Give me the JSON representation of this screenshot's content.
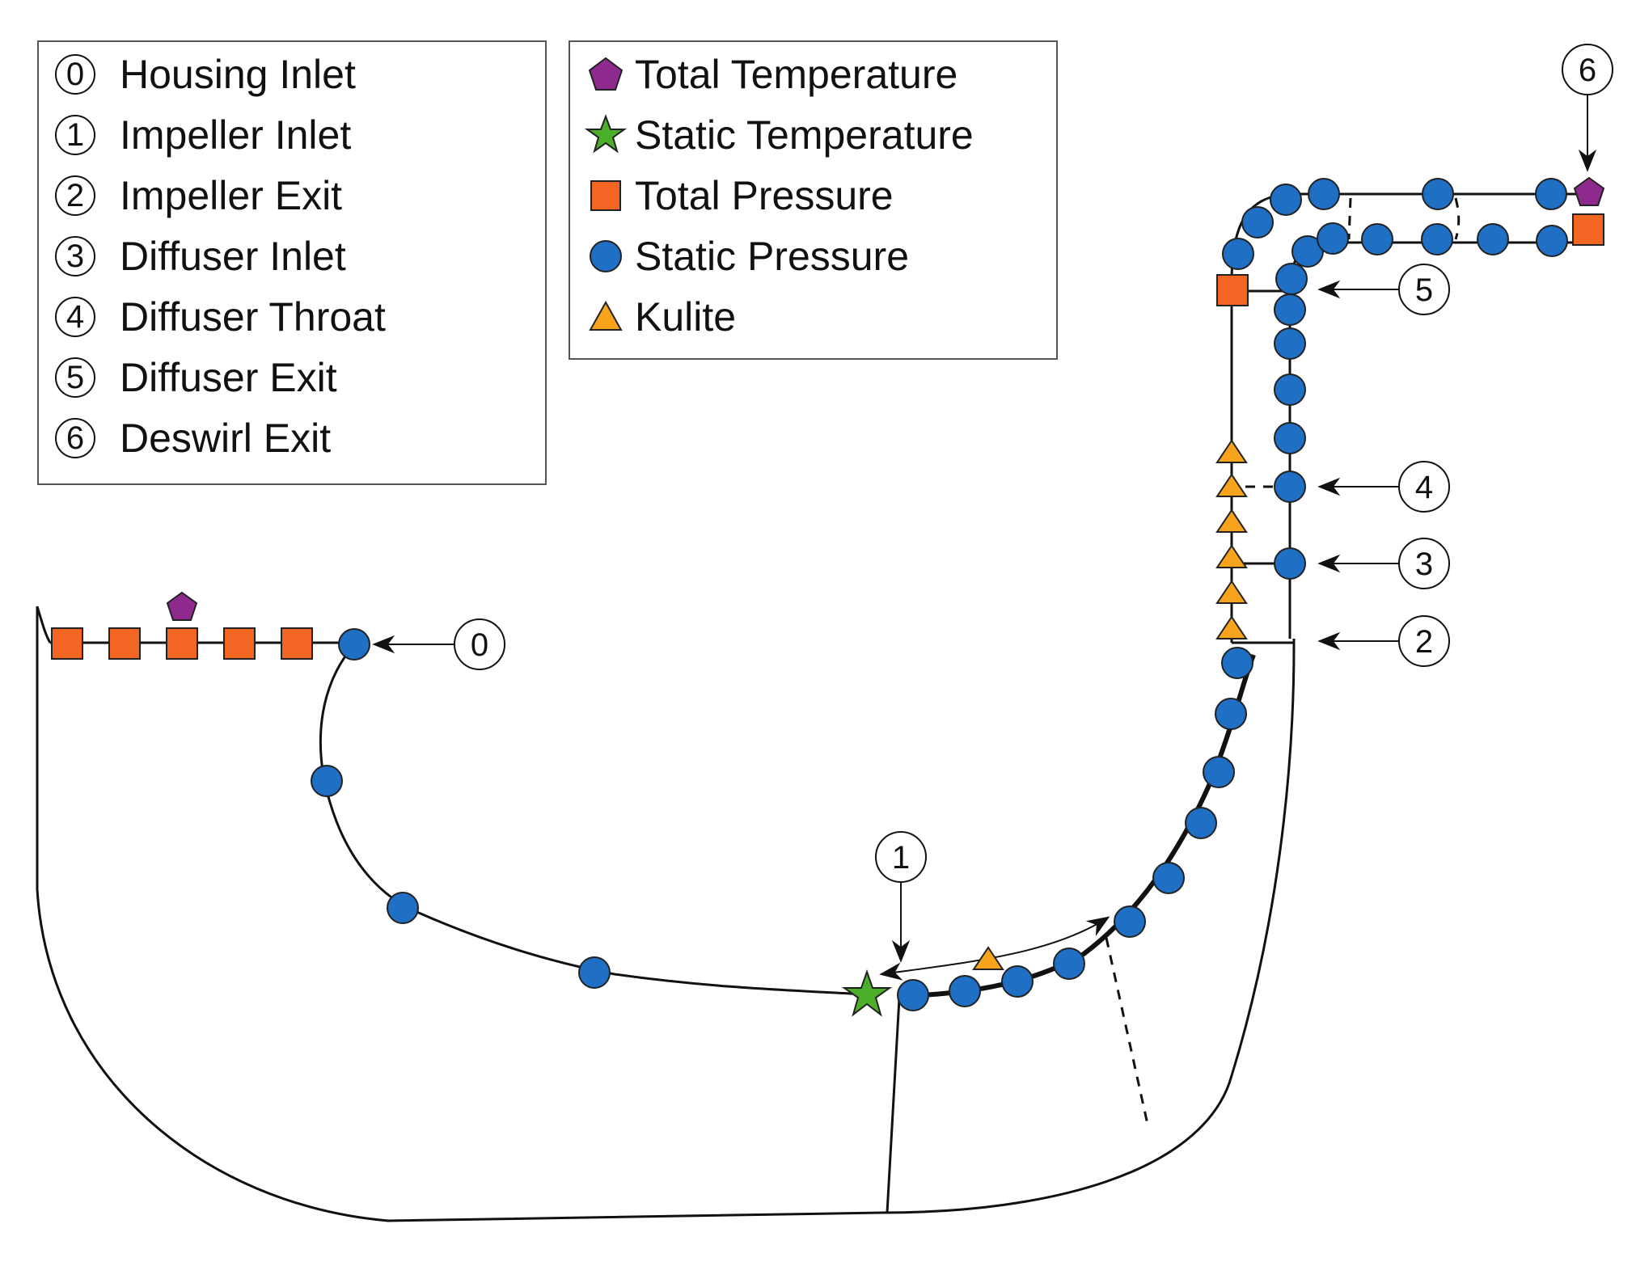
{
  "legend_stations": [
    {
      "num": "0",
      "label": "Housing Inlet"
    },
    {
      "num": "1",
      "label": "Impeller Inlet"
    },
    {
      "num": "2",
      "label": "Impeller Exit"
    },
    {
      "num": "3",
      "label": "Diffuser Inlet"
    },
    {
      "num": "4",
      "label": "Diffuser Throat"
    },
    {
      "num": "5",
      "label": "Diffuser Exit"
    },
    {
      "num": "6",
      "label": "Deswirl Exit"
    }
  ],
  "legend_symbols": [
    {
      "shape": "pentagon",
      "label": "Total Temperature",
      "color": "#8e2a8e"
    },
    {
      "shape": "star",
      "label": "Static Temperature",
      "color": "#4caf2a"
    },
    {
      "shape": "square",
      "label": "Total Pressure",
      "color": "#f26522"
    },
    {
      "shape": "circle",
      "label": "Static Pressure",
      "color": "#1f6fc4"
    },
    {
      "shape": "triangle",
      "label": "Kulite",
      "color": "#f7a31c"
    }
  ],
  "callouts": {
    "c0": "0",
    "c1": "1",
    "c2": "2",
    "c3": "3",
    "c4": "4",
    "c5": "5",
    "c6": "6"
  },
  "colors": {
    "line": "#111111",
    "marker_stroke": "#222222"
  }
}
